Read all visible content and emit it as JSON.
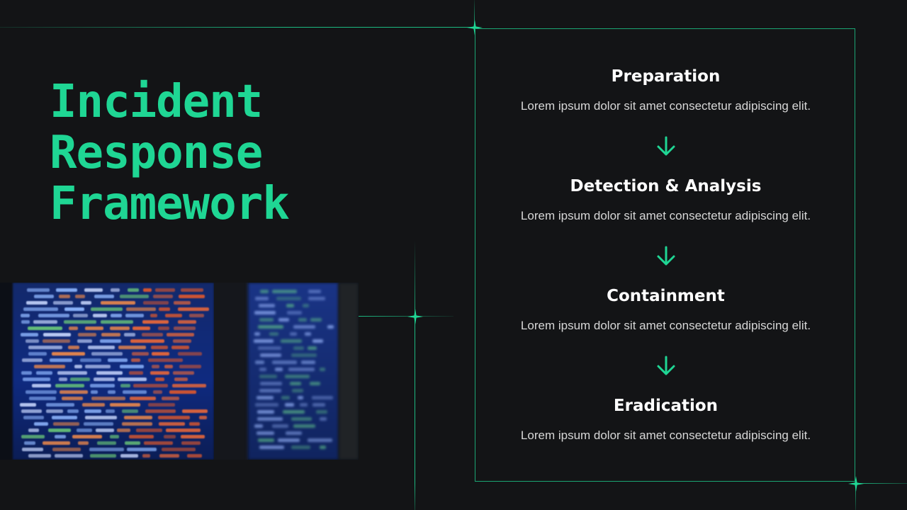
{
  "slide": {
    "title_lines": [
      "Incident",
      "Response",
      "Framework"
    ],
    "photo_icon": "code-screen-photo",
    "steps": [
      {
        "title": "Preparation",
        "description": "Lorem ipsum dolor sit amet consectetur adipiscing elit."
      },
      {
        "title": "Detection & Analysis",
        "description": "Lorem ipsum dolor sit amet consectetur adipiscing elit."
      },
      {
        "title": "Containment",
        "description": "Lorem ipsum dolor sit amet consectetur adipiscing elit."
      },
      {
        "title": "Eradication",
        "description": "Lorem ipsum dolor sit amet consectetur adipiscing elit."
      }
    ],
    "arrow_icon": "arrow-down-icon",
    "spark_icon": "sparkle-icon"
  },
  "colors": {
    "background": "#131416",
    "accent": "#1fd694",
    "heading": "#ffffff",
    "body_text": "#d7d7d7"
  }
}
